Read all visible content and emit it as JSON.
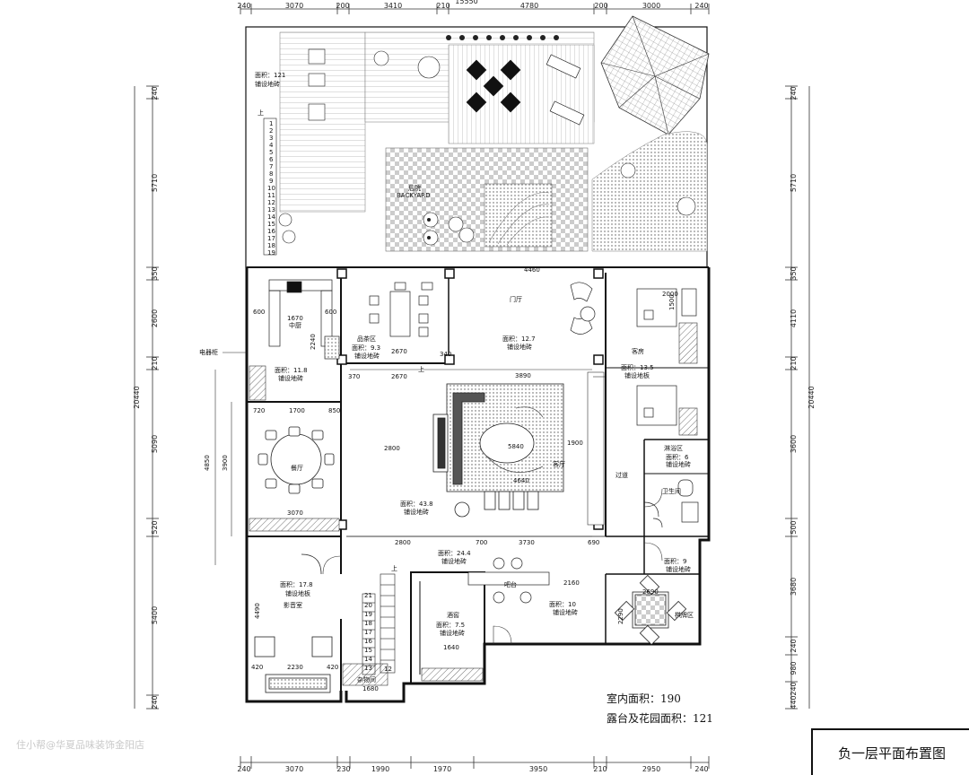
{
  "title": "负一层平面布置图",
  "watermark": "住小帮@华夏品味装饰金阳店",
  "summary": {
    "indoor_area": "室内面积：190",
    "garden_area": "露台及花园面积：121"
  },
  "dims": {
    "top_total": "15550",
    "top": [
      "240",
      "3070",
      "200",
      "3410",
      "210",
      "4780",
      "200",
      "3000",
      "240"
    ],
    "bottom": [
      "240",
      "3070",
      "230",
      "1990",
      "1970",
      "3950",
      "210",
      "2950",
      "240"
    ],
    "left": [
      "240",
      "5710",
      "350",
      "2600",
      "210",
      "5090",
      "520",
      "5400",
      "240"
    ],
    "right": [
      "240",
      "5710",
      "350",
      "4110",
      "210",
      "3600",
      "500",
      "3680",
      "240",
      "980",
      "240",
      "440"
    ],
    "total_vertical": "20440"
  },
  "rooms": {
    "terrace": [
      "面积：121",
      "铺设地砖"
    ],
    "backyard": [
      "后院",
      "BACKYARD"
    ],
    "kitchen": [
      "中厨",
      "面积：11.8",
      "铺设地砖"
    ],
    "tea": [
      "品茶区",
      "面积：9.3",
      "铺设地砖"
    ],
    "foyer": [
      "门厅",
      "面积：12.7",
      "铺设地砖"
    ],
    "guest": [
      "客房",
      "面积：13.5",
      "铺设地板"
    ],
    "dining": [
      "餐厅"
    ],
    "living": [
      "客厅",
      "面积：43.8",
      "铺设地砖"
    ],
    "passage": [
      "过道"
    ],
    "shower": [
      "淋浴区",
      "面积：6",
      "铺设地砖"
    ],
    "wc": [
      "卫生间"
    ],
    "cinema": [
      "影音室",
      "面积：17.8",
      "铺设地板"
    ],
    "hall": [
      "面积：24.4",
      "铺设地砖"
    ],
    "bar": [
      "吧台"
    ],
    "winery": [
      "酒窖",
      "面积：7.5",
      "铺设地砖"
    ],
    "lounge": [
      "面积：10",
      "铺设地砖"
    ],
    "mahjong": [
      "棋牌区",
      "面积：9",
      "铺设地砖"
    ],
    "storage": [
      "杂物间"
    ],
    "cabinet": [
      "电器柜"
    ],
    "up": [
      "上"
    ]
  },
  "inner_dims": {
    "kitchen": [
      "600",
      "1670",
      "600",
      "2240"
    ],
    "tea": [
      "2670",
      "370",
      "2670",
      "340"
    ],
    "foyer": [
      "4460"
    ],
    "living": [
      "3890",
      "2800",
      "1900",
      "5840",
      "4640"
    ],
    "dining": [
      "720",
      "1700",
      "850",
      "3070",
      "3900",
      "4850"
    ],
    "lower": [
      "2800",
      "700",
      "3730",
      "690"
    ],
    "cinema": [
      "4490",
      "420",
      "2230",
      "420"
    ],
    "winery": [
      "1640",
      "1680"
    ],
    "lounge": [
      "2160"
    ],
    "mahjong": [
      "2690",
      "2290"
    ],
    "guest": [
      "2000",
      "1500"
    ]
  },
  "stairs_top": [
    "1",
    "2",
    "3",
    "4",
    "5",
    "6",
    "7",
    "8",
    "9",
    "10",
    "11",
    "12",
    "13",
    "14",
    "15",
    "16",
    "17",
    "18",
    "19"
  ],
  "stairs_bottom": [
    "21",
    "20",
    "19",
    "18",
    "17",
    "16",
    "15",
    "14",
    "13",
    "12"
  ]
}
